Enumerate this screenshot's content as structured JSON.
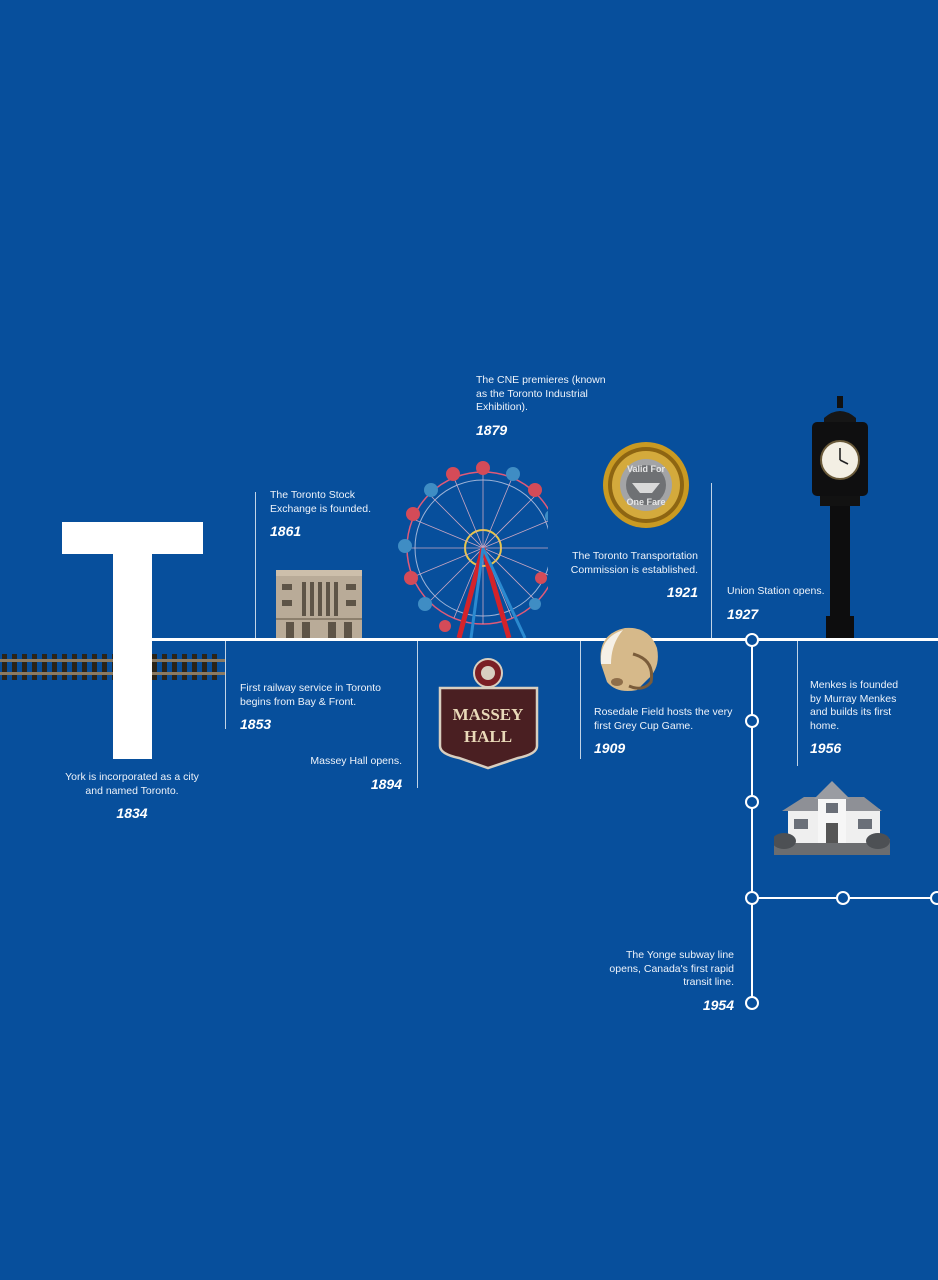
{
  "colors": {
    "background": "#074f9c",
    "line": "#ffffff",
    "text": "#ffffff"
  },
  "title_letter": "T",
  "events": {
    "e1834": {
      "desc": "York is incorporated as a city and named Toronto.",
      "year": "1834"
    },
    "e1853": {
      "desc": "First railway service in Toronto begins from Bay & Front.",
      "year": "1853"
    },
    "e1861": {
      "desc": "The Toronto Stock Exchange is founded.",
      "year": "1861"
    },
    "e1879": {
      "desc": "The CNE premieres (known as the Toronto Industrial Exhibition).",
      "year": "1879"
    },
    "e1894": {
      "desc": "Massey Hall opens.",
      "year": "1894"
    },
    "e1909": {
      "desc": "Rosedale Field hosts the very first Grey Cup Game.",
      "year": "1909"
    },
    "e1921": {
      "desc": "The Toronto Transportation Commission is established.",
      "year": "1921"
    },
    "e1927": {
      "desc": "Union Station opens.",
      "year": "1927"
    },
    "e1954": {
      "desc": "The Yonge subway line opens, Canada's first rapid transit line.",
      "year": "1954"
    },
    "e1956": {
      "desc": "Menkes is founded by Murray Menkes and builds its first home.",
      "year": "1956"
    }
  },
  "images": {
    "rail": "railway-track-icon",
    "stock_exchange": "stock-exchange-building-icon",
    "ferris_wheel": "ferris-wheel-icon",
    "massey_sign": "massey-hall-sign-icon",
    "token": "transit-token-icon",
    "helmet": "football-helmet-icon",
    "clock": "union-station-clock-icon",
    "house": "house-icon"
  },
  "signs": {
    "massey_line1": "MASSEY",
    "massey_line2": "HALL",
    "token_top": "Valid For",
    "token_bottom": "One Fare"
  }
}
